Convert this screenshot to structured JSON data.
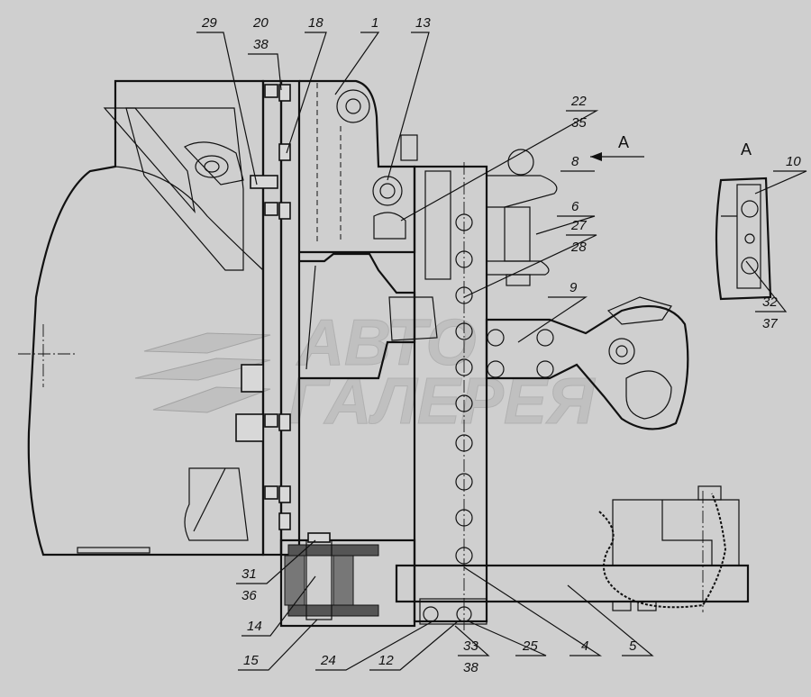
{
  "view_label": "A",
  "view_arrow_label": "A",
  "watermark": {
    "line1": "АВТО",
    "line2": "ГАЛЕРЕЯ"
  },
  "callouts": [
    {
      "id": "c29",
      "text": "29"
    },
    {
      "id": "c20",
      "text": "20",
      "sub": "38"
    },
    {
      "id": "c18",
      "text": "18"
    },
    {
      "id": "c1",
      "text": "1"
    },
    {
      "id": "c13",
      "text": "13"
    },
    {
      "id": "c22",
      "text": "22",
      "sub": "35"
    },
    {
      "id": "c8",
      "text": "8"
    },
    {
      "id": "c6",
      "text": "6"
    },
    {
      "id": "c27",
      "text": "27",
      "sub": "28"
    },
    {
      "id": "c9",
      "text": "9"
    },
    {
      "id": "c10",
      "text": "10"
    },
    {
      "id": "c32",
      "text": "32",
      "sub": "37"
    },
    {
      "id": "c31",
      "text": "31",
      "sub": "36"
    },
    {
      "id": "c14",
      "text": "14"
    },
    {
      "id": "c15",
      "text": "15"
    },
    {
      "id": "c24",
      "text": "24"
    },
    {
      "id": "c12",
      "text": "12"
    },
    {
      "id": "c33",
      "text": "33",
      "sub": "38"
    },
    {
      "id": "c25",
      "text": "25"
    },
    {
      "id": "c4",
      "text": "4"
    },
    {
      "id": "c5",
      "text": "5"
    }
  ]
}
